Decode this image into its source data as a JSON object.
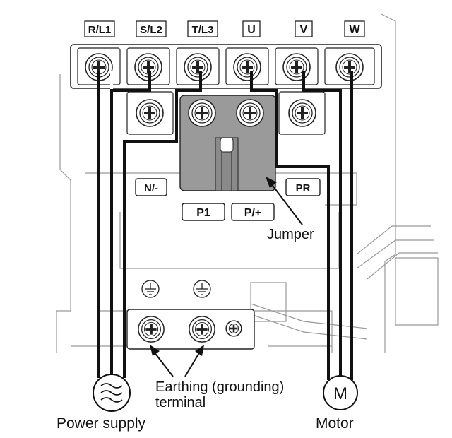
{
  "terminals_top": [
    "R/L1",
    "S/L2",
    "T/L3",
    "U",
    "V",
    "W"
  ],
  "terminals_mid": {
    "n_minus": "N/-",
    "pr": "PR",
    "p1": "P1",
    "p_plus": "P/+"
  },
  "labels": {
    "jumper": "Jumper",
    "earthing_line1": "Earthing (grounding)",
    "earthing_line2": "terminal",
    "power_supply": "Power supply",
    "motor": "Motor",
    "motor_symbol": "M"
  },
  "colors": {
    "jumper_fill": "#9a9a9a",
    "wire": "#111111",
    "frame": "#999999"
  },
  "icons": [
    "screw-icon",
    "ground-symbol-icon",
    "ac-source-icon",
    "motor-icon"
  ]
}
